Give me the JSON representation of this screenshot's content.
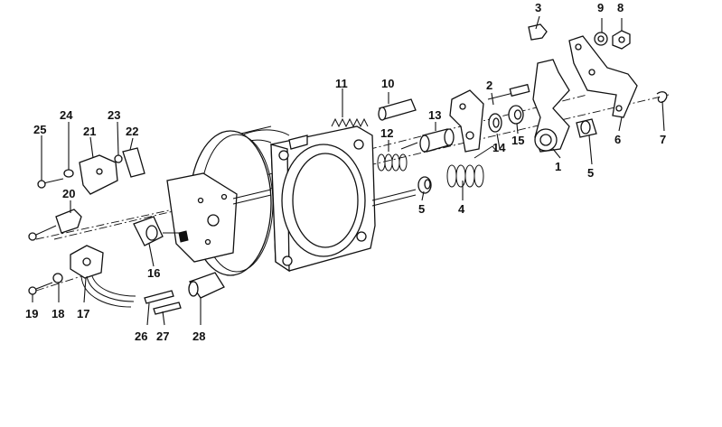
{
  "diagram": {
    "callouts": [
      {
        "id": "p1",
        "label": "1"
      },
      {
        "id": "p2",
        "label": "2"
      },
      {
        "id": "p3",
        "label": "3"
      },
      {
        "id": "p4",
        "label": "4"
      },
      {
        "id": "p5a",
        "label": "5"
      },
      {
        "id": "p5b",
        "label": "5"
      },
      {
        "id": "p6",
        "label": "6"
      },
      {
        "id": "p7",
        "label": "7"
      },
      {
        "id": "p8",
        "label": "8"
      },
      {
        "id": "p9",
        "label": "9"
      },
      {
        "id": "p10",
        "label": "10"
      },
      {
        "id": "p11",
        "label": "11"
      },
      {
        "id": "p12",
        "label": "12"
      },
      {
        "id": "p13",
        "label": "13"
      },
      {
        "id": "p14",
        "label": "14"
      },
      {
        "id": "p15",
        "label": "15"
      },
      {
        "id": "p16",
        "label": "16"
      },
      {
        "id": "p17",
        "label": "17"
      },
      {
        "id": "p18",
        "label": "18"
      },
      {
        "id": "p19",
        "label": "19"
      },
      {
        "id": "p20",
        "label": "20"
      },
      {
        "id": "p21",
        "label": "21"
      },
      {
        "id": "p22",
        "label": "22"
      },
      {
        "id": "p23",
        "label": "23"
      },
      {
        "id": "p24",
        "label": "24"
      },
      {
        "id": "p25",
        "label": "25"
      },
      {
        "id": "p26",
        "label": "26"
      },
      {
        "id": "p27",
        "label": "27"
      },
      {
        "id": "p28",
        "label": "28"
      }
    ]
  }
}
